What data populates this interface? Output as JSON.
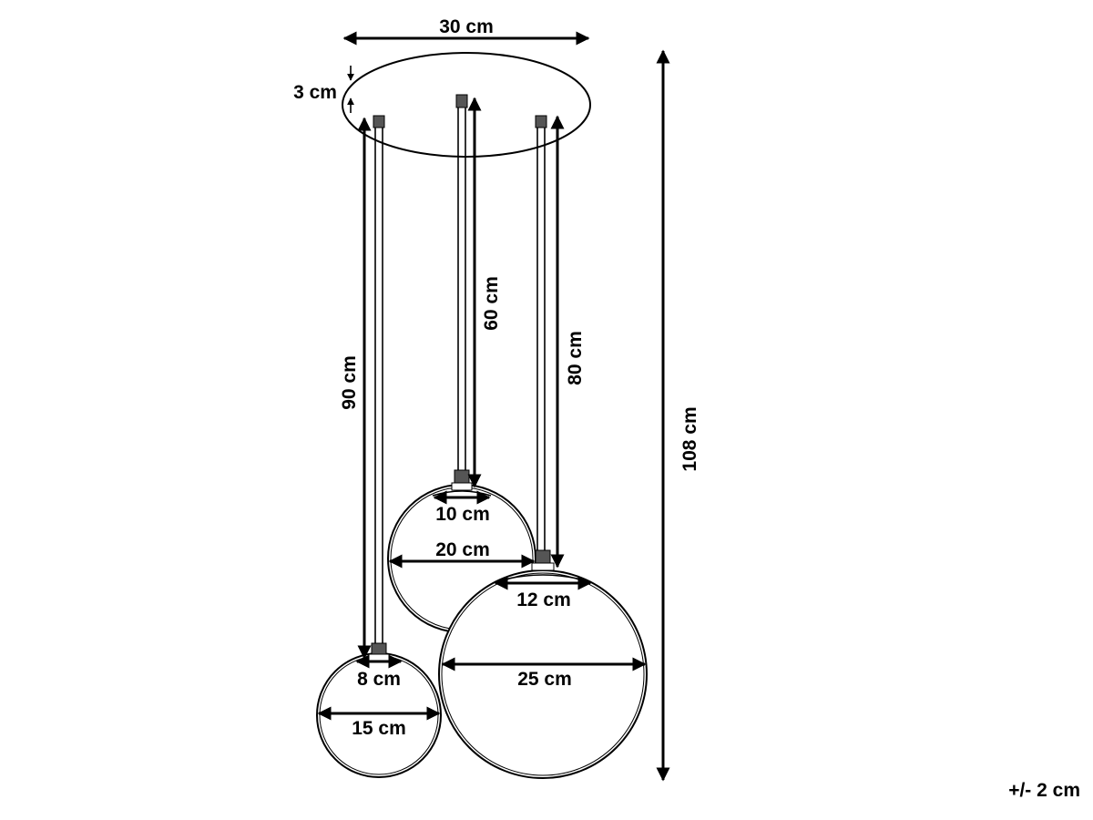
{
  "dimensions": {
    "canopy_width": "30 cm",
    "canopy_height": "3 cm",
    "cable_left": "90 cm",
    "cable_middle": "60 cm",
    "cable_right": "80 cm",
    "total_height": "108 cm",
    "shade_middle_neck": "10 cm",
    "shade_middle_diameter": "20 cm",
    "shade_right_neck": "12 cm",
    "shade_right_diameter": "25 cm",
    "shade_left_neck": "8 cm",
    "shade_left_diameter": "15 cm"
  },
  "tolerance": "+/- 2 cm",
  "colors": {
    "line": "#000000",
    "background": "#ffffff"
  }
}
